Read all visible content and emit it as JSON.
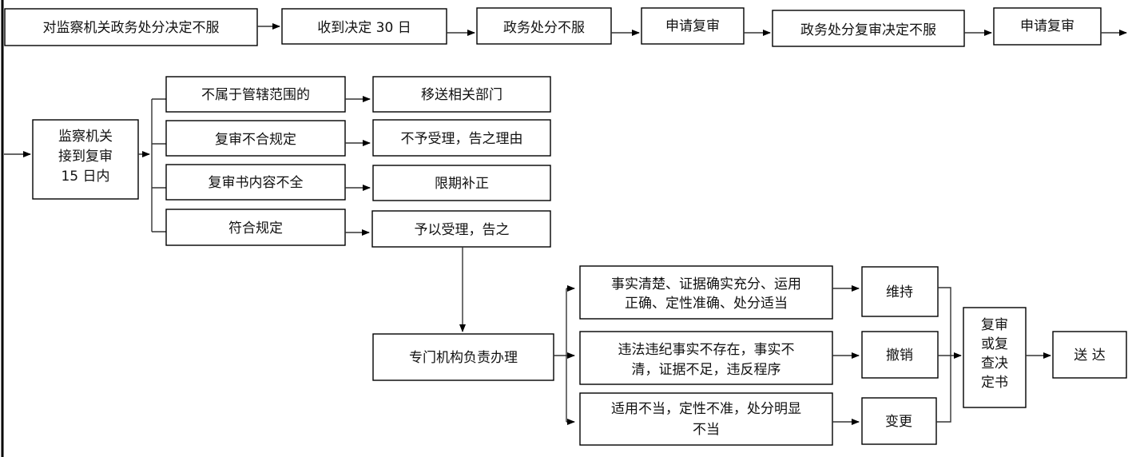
{
  "top_row": [
    "对监察机关政务处分决定不服",
    "收到决定 30 日",
    "政务处分不服",
    "申请复审",
    "政务处分复审决定不服",
    "申请复审"
  ],
  "receiver": {
    "lines": [
      "监察机关",
      "接到复审",
      "15 日内"
    ]
  },
  "conditions": [
    {
      "condition": "不属于管辖范围的",
      "result": "移送相关部门"
    },
    {
      "condition": "复审不合规定",
      "result": "不予受理，告之理由"
    },
    {
      "condition": "复审书内容不全",
      "result": "限期补正"
    },
    {
      "condition": "符合规定",
      "result": "予以受理，告之"
    }
  ],
  "handler": "专门机构负责办理",
  "outcomes": [
    {
      "lines": [
        "事实清楚、证据确实充分、运用",
        "正确、定性准确、处分适当"
      ],
      "decision": "维持"
    },
    {
      "lines": [
        "违法违纪事实不存在，事实不",
        "清，证据不足，违反程序"
      ],
      "decision": "撤销"
    },
    {
      "lines": [
        "适用不当，定性不准，处分明显",
        "不当"
      ],
      "decision": "变更"
    }
  ],
  "decision_doc": {
    "lines": [
      "复审",
      "或复",
      "查决",
      "定书"
    ]
  },
  "delivery": "送 达"
}
